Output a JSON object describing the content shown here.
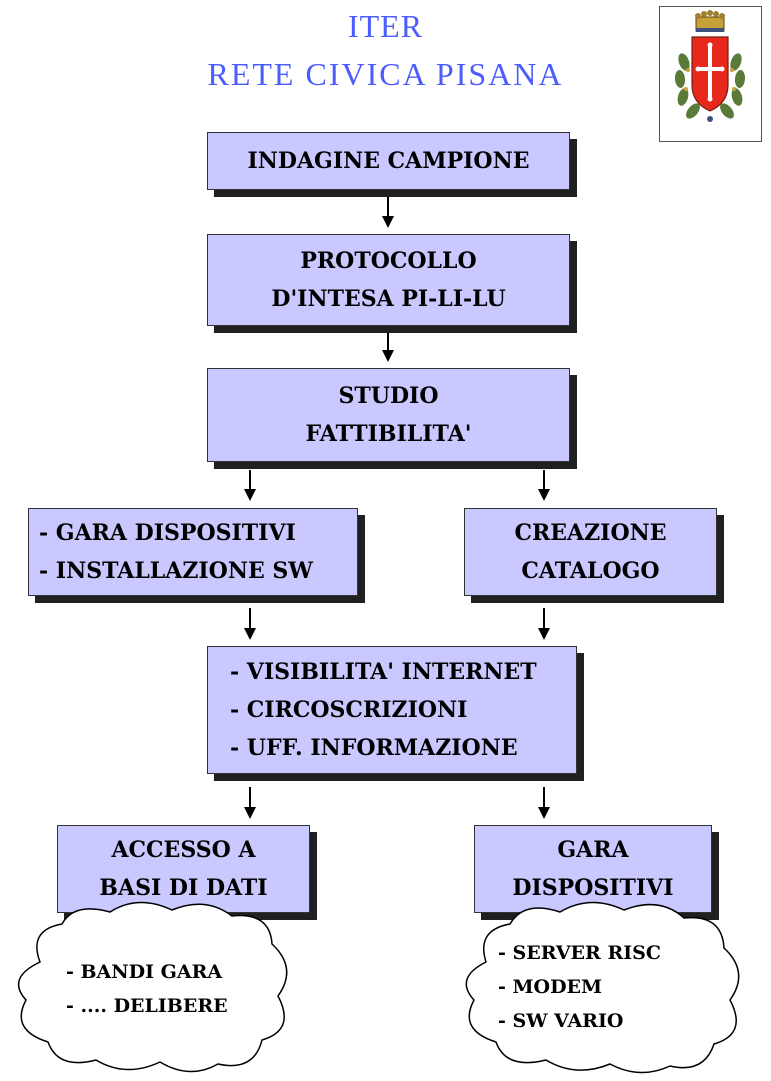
{
  "header": {
    "title_line1": "ITER",
    "title_line2": "RETE  CIVICA  PISANA"
  },
  "boxes": {
    "indagine": [
      "INDAGINE  CAMPIONE"
    ],
    "protocollo": [
      "PROTOCOLLO",
      "D'INTESA PI-LI-LU"
    ],
    "studio": [
      "STUDIO",
      "FATTIBILITA'"
    ],
    "gara_left": [
      "- GARA DISPOSITIVI",
      "- INSTALLAZIONE SW"
    ],
    "creazione": [
      "CREAZIONE",
      "CATALOGO"
    ],
    "visibilita": [
      "- VISIBILITA' INTERNET",
      "- CIRCOSCRIZIONI",
      "- UFF. INFORMAZIONE"
    ],
    "accesso": [
      "ACCESSO A",
      "BASI DI DATI"
    ],
    "gara_right": [
      "GARA",
      "DISPOSITIVI"
    ]
  },
  "clouds": {
    "left": [
      "- BANDI GARA",
      "- .... DELIBERE"
    ],
    "right": [
      "- SERVER RISC",
      "- MODEM",
      "- SW VARIO"
    ]
  },
  "colors": {
    "title": "#4c5cff",
    "box_fill": "#c9c8ff",
    "shadow": "#202020",
    "shield_red": "#e8281c",
    "crown_gold": "#c8a038",
    "wreath_green": "#5a7a3a"
  },
  "logo": {
    "icon": "pisa-coat-of-arms-icon"
  }
}
